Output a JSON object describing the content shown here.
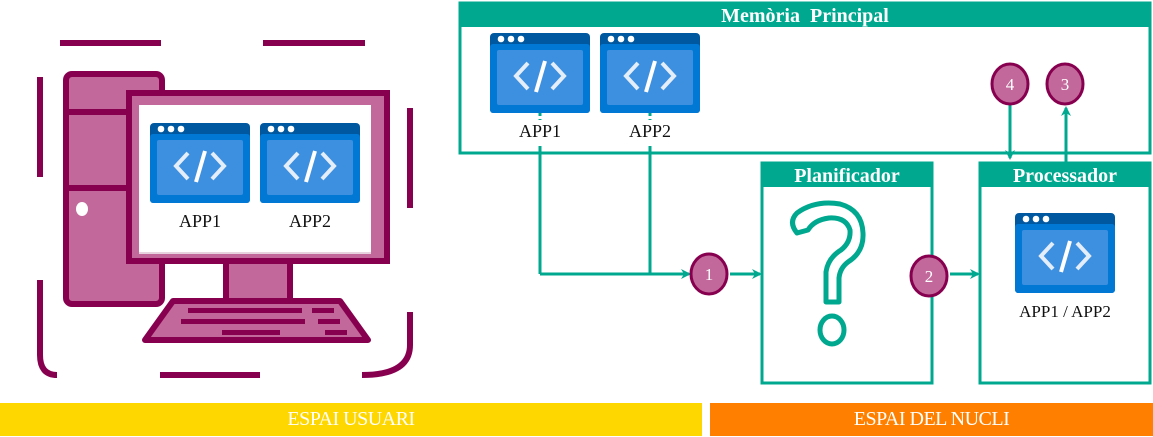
{
  "colors": {
    "teal": "#00A88F",
    "pink_fill": "#C2689A",
    "pink_stroke": "#870050",
    "app_blue_dark": "#0059A0",
    "app_blue": "#0078D4",
    "app_blue_light": "#3D8FE0",
    "user_band": "#FFD700",
    "kernel_band": "#FF8000"
  },
  "user_space": {
    "computer": {
      "screen_apps": [
        {
          "label": "APP1"
        },
        {
          "label": "APP2"
        }
      ]
    },
    "band_label": "ESPAI USUARI"
  },
  "kernel_space": {
    "memory": {
      "title": "Memòria  Principal",
      "apps": [
        {
          "label": "APP1"
        },
        {
          "label": "APP2"
        }
      ]
    },
    "scheduler": {
      "title": "Planificador",
      "icon": "question-mark-icon"
    },
    "processor": {
      "title": "Processador",
      "app_label": "APP1 / APP2"
    },
    "steps": [
      {
        "label": "1"
      },
      {
        "label": "2"
      },
      {
        "label": "3"
      },
      {
        "label": "4"
      }
    ],
    "band_label": "ESPAI DEL NUCLI"
  }
}
